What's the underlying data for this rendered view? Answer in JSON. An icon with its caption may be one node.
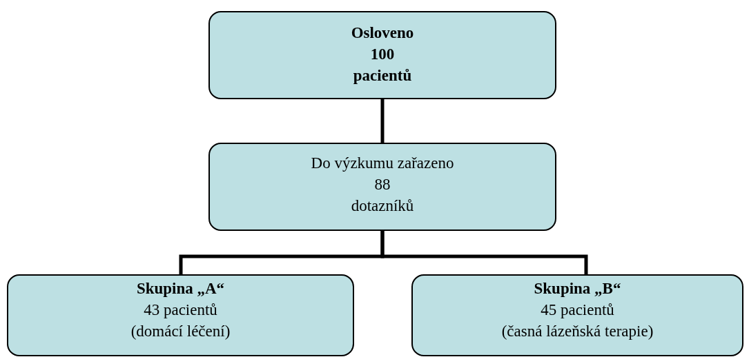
{
  "diagram": {
    "nodes": [
      {
        "text": [
          "Osloveno",
          "100",
          "pacientů"
        ]
      },
      {
        "text": [
          "Do výzkumu zařazeno",
          "88",
          "dotazníků"
        ]
      },
      {
        "text": [
          "Skupina „A“",
          "43 pacientů",
          "(domácí léčení)"
        ]
      },
      {
        "text": [
          "Skupina „B“",
          "45 pacientů",
          "(časná lázeňská terapie)"
        ]
      }
    ],
    "edges": [
      {
        "from": 0,
        "to": 1,
        "arrow": "none"
      },
      {
        "from": 1,
        "to": 2,
        "arrow": "none"
      },
      {
        "from": 1,
        "to": 3,
        "arrow": "none"
      }
    ]
  }
}
